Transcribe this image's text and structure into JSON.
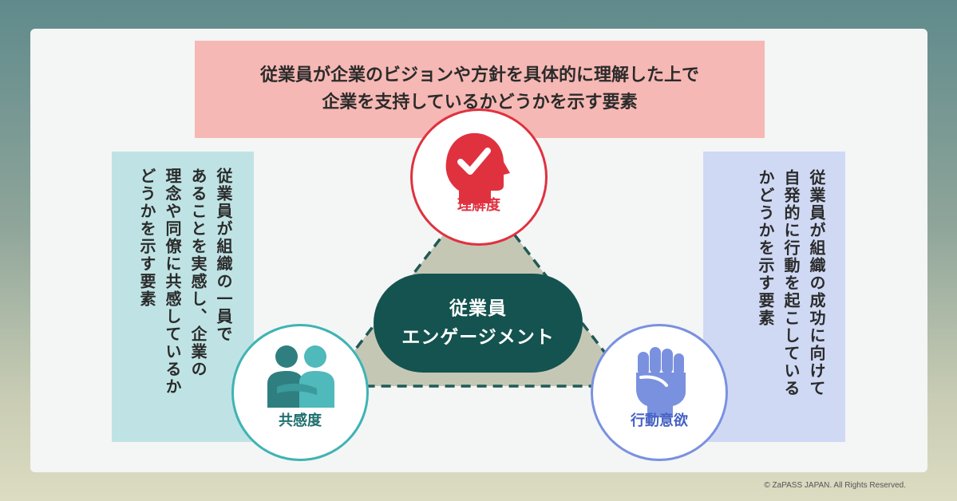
{
  "top_box": {
    "line1": "従業員が企業のビジョンや方針を具体的に理解した上で",
    "line2": "企業を支持しているかどうかを示す要素"
  },
  "left_box": {
    "lines": [
      "従業員が組織の一員で",
      "あることを実感し、企業の",
      "理念や同僚に共感しているか",
      "どうかを示す要素"
    ]
  },
  "right_box": {
    "lines": [
      "従業員が組織の成功に向けて",
      "自発的に行動を起こしている",
      "かどうかを示す要素"
    ]
  },
  "center": {
    "line1": "従業員",
    "line2": "エンゲージメント"
  },
  "nodes": {
    "understanding": {
      "label": "理解度",
      "icon": "head-check-icon",
      "color": "#e0313f"
    },
    "empathy": {
      "label": "共感度",
      "icon": "two-people-hug-icon",
      "color": "#3fb3b4"
    },
    "action": {
      "label": "行動意欲",
      "icon": "fist-icon",
      "color": "#7a91df"
    }
  },
  "copyright": "© ZaPASS JAPAN. All Rights Reserved."
}
